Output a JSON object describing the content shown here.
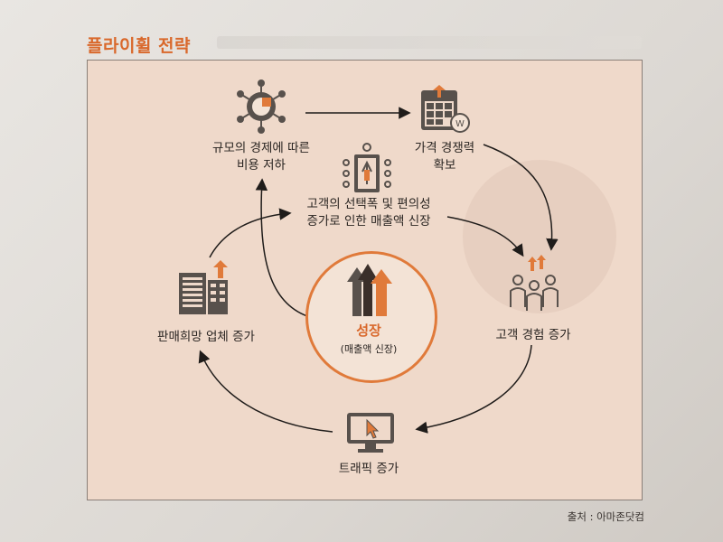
{
  "title": "플라이휠 전략",
  "nodes": {
    "economy": {
      "label_line1": "규모의 경제에 따른",
      "label_line2": "비용 저하"
    },
    "price": {
      "label_line1": "가격 경쟁력",
      "label_line2": "확보"
    },
    "selection": {
      "label_line1": "고객의 선택폭 및 편의성",
      "label_line2": "증가로 인한 매출액 신장"
    },
    "experience": {
      "label": "고객 경험 증가"
    },
    "traffic": {
      "label": "트래픽 증가"
    },
    "sellers": {
      "label": "판매희망 업체 증가"
    }
  },
  "center": {
    "title": "성장",
    "subtitle": "(매출액 신장)"
  },
  "source": "출처 : 아마존닷컴",
  "colors": {
    "accent": "#e07a3a",
    "title": "#d9682b",
    "panel": "#efd9ca",
    "icon": "#58514c"
  },
  "icons": [
    "network-gear-icon",
    "calculator-icon",
    "presenter-icon",
    "customers-icon",
    "monitor-click-icon",
    "buildings-icon",
    "growth-arrows-icon"
  ]
}
